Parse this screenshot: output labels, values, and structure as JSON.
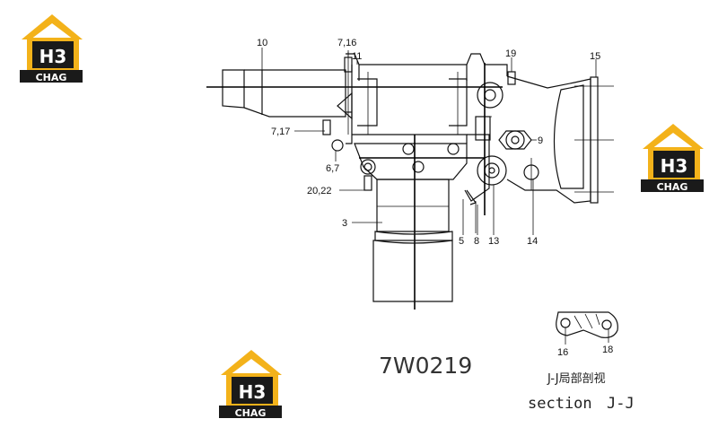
{
  "drawing_code": "7W0219",
  "section_title_cn": "J-J局部剖视",
  "section_title_en": "section",
  "section_name": "J-J",
  "logo": {
    "initials": "H3",
    "wordmark": "CHAG",
    "accent_color": "#f3b21a",
    "dark_color": "#1a1a1a"
  },
  "part_labels": [
    "10",
    "7,16",
    "11",
    "19",
    "15",
    "7,17",
    "9",
    "6,7",
    "20,22",
    "3",
    "5",
    "8",
    "13",
    "14",
    "16",
    "18"
  ]
}
